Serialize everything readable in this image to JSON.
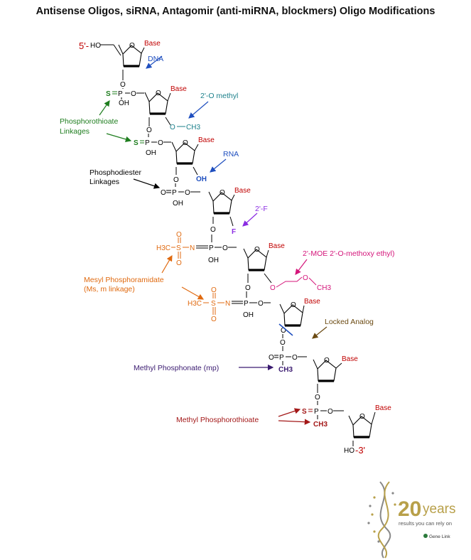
{
  "title": "Antisense Oligos, siRNA, Antagomir (anti-miRNA, blockmers) Oligo Modifications",
  "ends": {
    "five_prime": "5'-",
    "three_prime": "-3'"
  },
  "atoms": {
    "base": "Base",
    "ho": "HO",
    "o": "O",
    "p": "P",
    "s": "S",
    "oh": "OH",
    "n": "N",
    "f": "F",
    "ch3": "CH3",
    "h3c": "H3C"
  },
  "labels": {
    "dna": "DNA",
    "o_methyl": "2'-O methyl",
    "phosphorothioate_1": "Phosphorothioate",
    "phosphorothioate_2": "Linkages",
    "rna": "RNA",
    "phosphodiester_1": "Phosphodiester",
    "phosphodiester_2": "Linkages",
    "f": "2'-F",
    "moe": "2'-MOE  2'-O-methoxy ethyl)",
    "mesyl_1": "Mesyl Phosphoramidate",
    "mesyl_2": "(Ms, m linkage)",
    "locked": "Locked Analog",
    "methyl_phosphonate": "Methyl Phosphonate (mp)",
    "methyl_phosphorothioate": "Methyl Phosphorothioate"
  },
  "logo": {
    "years_number": "20",
    "years_word": "years",
    "tagline": "results you can rely on",
    "brand": "Gene Link"
  },
  "colors": {
    "base": "#c00000",
    "dna": "#1f4fbf",
    "o_methyl": "#1a7f8a",
    "phosphorothioate": "#1e7d1e",
    "rna": "#1f4fbf",
    "fluoro": "#8a2be2",
    "moe": "#d4157a",
    "mesyl": "#e06a10",
    "locked": "#6b4a12",
    "methyl_phosphonate": "#3a1a70",
    "methyl_phosphorothioate": "#a31818",
    "logo_gold": "#b8a04a"
  }
}
